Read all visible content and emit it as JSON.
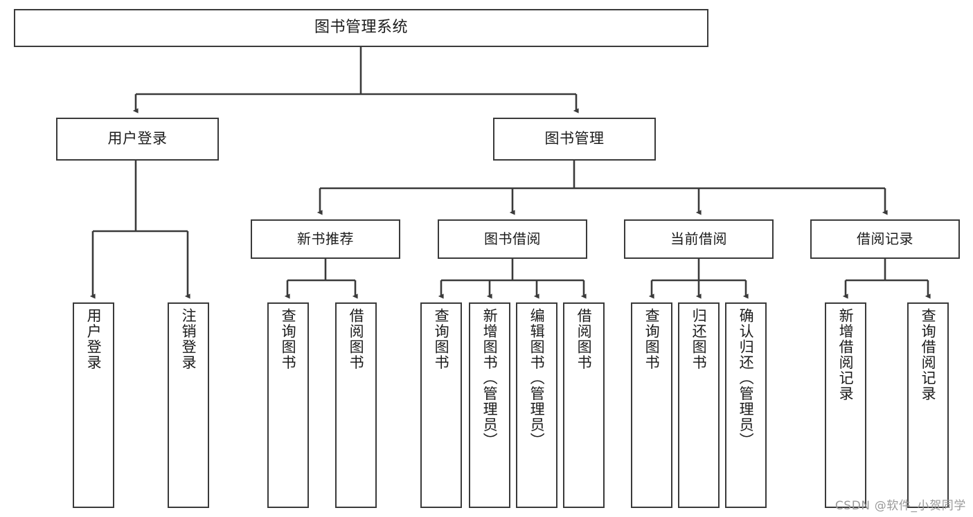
{
  "diagram": {
    "type": "tree",
    "title": "图书管理系统",
    "watermark": "CSDN @软件_小贺同学",
    "colors": {
      "stroke": "#3a3a3a",
      "fill": "#ffffff",
      "text": "#1b1b1b",
      "watermark": "#9a9a9a"
    },
    "nodes": {
      "root": {
        "label": "图书管理系统"
      },
      "level2": [
        {
          "label": "用户登录"
        },
        {
          "label": "图书管理"
        }
      ],
      "level3": [
        {
          "label": "新书推荐"
        },
        {
          "label": "图书借阅"
        },
        {
          "label": "当前借阅"
        },
        {
          "label": "借阅记录"
        }
      ],
      "leaves": {
        "user_login": [
          {
            "label": "用户登录"
          },
          {
            "label": "注销登录"
          }
        ],
        "new_book": [
          {
            "label": "查询图书"
          },
          {
            "label": "借阅图书"
          }
        ],
        "book_borrow": [
          {
            "label": "查询图书"
          },
          {
            "label": "新增图书（管理员）"
          },
          {
            "label": "编辑图书（管理员）"
          },
          {
            "label": "借阅图书"
          }
        ],
        "current_borrow": [
          {
            "label": "查询图书"
          },
          {
            "label": "归还图书"
          },
          {
            "label": "确认归还（管理员）"
          }
        ],
        "borrow_record": [
          {
            "label": "新增借阅记录"
          },
          {
            "label": "查询借阅记录"
          }
        ]
      }
    }
  }
}
